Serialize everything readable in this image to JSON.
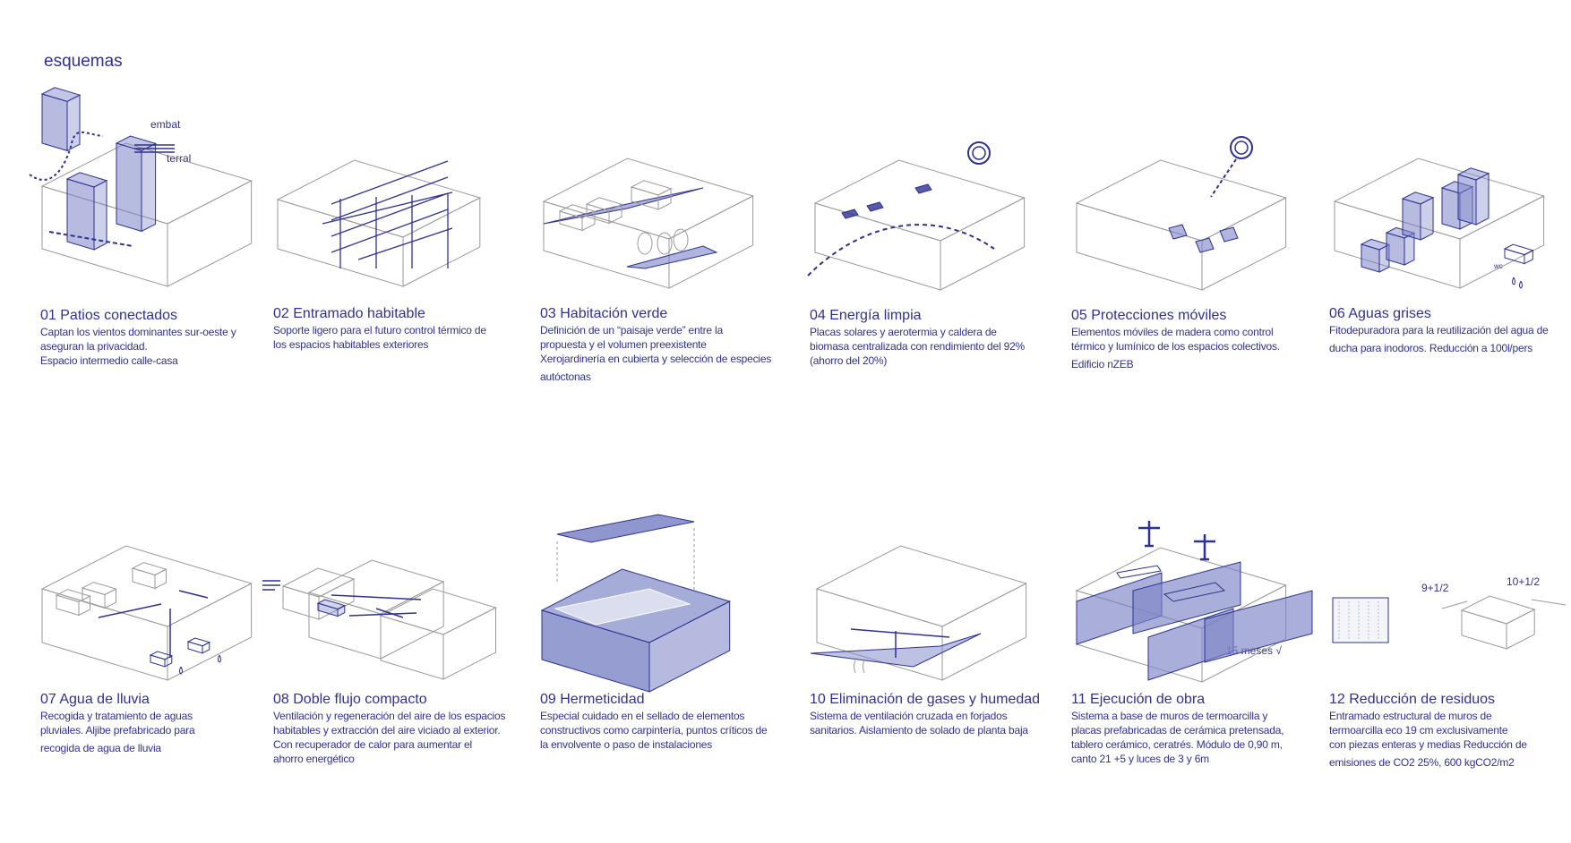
{
  "heading": "esquemas",
  "colors": {
    "accent": "#2e3192",
    "fill": "#7c84c6",
    "line": "#9a9a9a"
  },
  "labels": {
    "embat": "embat",
    "terral": "terral",
    "wc": "wc",
    "meses": "15 meses √",
    "half1": "9+1/2",
    "half2": "10+1/2"
  },
  "items": [
    {
      "title": "01 Patios conectados",
      "lines": [
        "Captan los vientos dominantes sur-oeste y",
        "aseguran la privacidad.",
        "Espacio intermedio calle-casa"
      ]
    },
    {
      "title": "02 Entramado habitable",
      "lines": [
        "Soporte ligero para el futuro control térmico de",
        "los espacios habitables exteriores"
      ]
    },
    {
      "title": "03 Habitación verde",
      "lines": [
        "Definición de un “paisaje verde” entre la",
        "propuesta y el volumen preexistente",
        "Xerojardinería en cubierta y selección de especies",
        "autóctonas"
      ]
    },
    {
      "title": "04 Energía limpia",
      "lines": [
        "Placas solares y aerotermia  y caldera de",
        "biomasa centralizada con rendimiento del 92%",
        "(ahorro del 20%)"
      ]
    },
    {
      "title": "05 Protecciones móviles",
      "lines": [
        "Elementos móviles de madera como control",
        "térmico y lumínico de los espacios colectivos.",
        "Edificio nZEB"
      ]
    },
    {
      "title": "06 Aguas grises",
      "lines": [
        "Fitodepuradora para la reutilización del agua de",
        "ducha para inodoros. Reducción a 100l/pers"
      ]
    },
    {
      "title": "07 Agua de lluvia",
      "lines": [
        "Recogida y tratamiento de aguas",
        "pluviales.  Aljibe prefabricado para",
        "recogida de agua de lluvia"
      ]
    },
    {
      "title": "08 Doble flujo compacto",
      "lines": [
        "Ventilación y regeneración del aire de los espacios",
        "habitables y extracción del aire viciado al exterior.",
        "Con recuperador de calor para aumentar el",
        "ahorro energético"
      ]
    },
    {
      "title": "09 Hermeticidad",
      "lines": [
        "Especial cuidado en el sellado de elementos",
        "constructivos como carpintería, puntos críticos de",
        "la envolvente o paso de instalaciones"
      ]
    },
    {
      "title": "10 Eliminación de gases y humedad",
      "lines": [
        "Sistema de ventilación cruzada en forjados",
        "sanitarios. Aislamiento de solado de planta baja"
      ]
    },
    {
      "title": "11 Ejecución de obra",
      "lines": [
        "Sistema a base de muros de termoarcilla y",
        "placas prefabricadas de cerámica pretensada,",
        "tablero cerámico, ceratrés. Módulo de 0,90 m,",
        "canto 21 +5 y luces de 3 y 6m"
      ]
    },
    {
      "title": "12 Reducción de residuos",
      "lines": [
        "Entramado estructural de muros de",
        "termoarcilla eco 19 cm exclusivamente",
        "con piezas enteras y medias Reducción de",
        "emisiones de CO2 25%, 600 kgCO2/m2"
      ]
    }
  ]
}
